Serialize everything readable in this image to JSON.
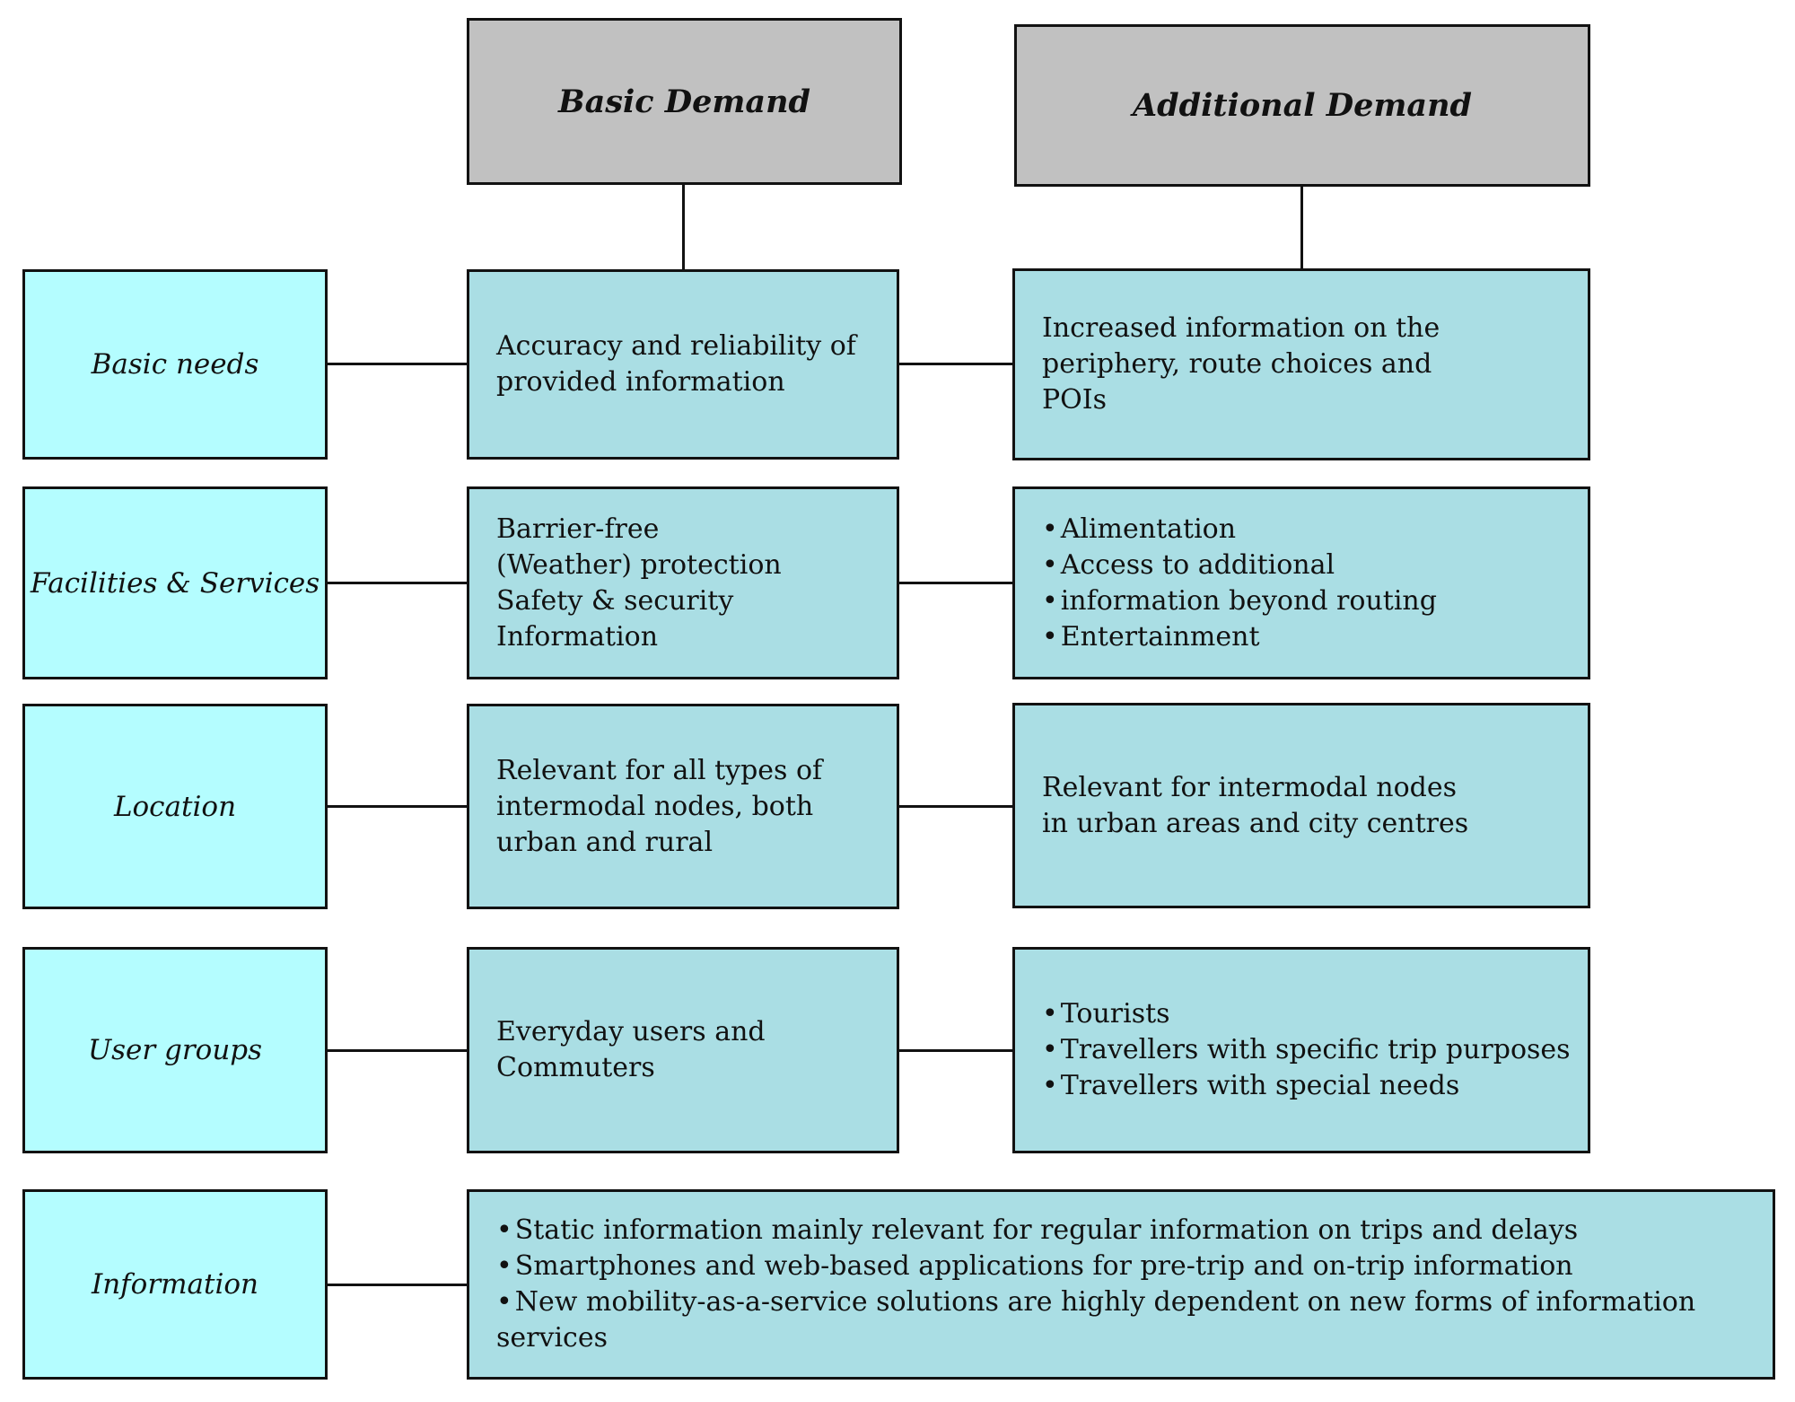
{
  "diagram": {
    "columns": {
      "basic": "Basic Demand",
      "additional": "Additional Demand"
    },
    "rows": [
      {
        "category": "Basic needs",
        "basic_lines": [
          "Accuracy and reliability of",
          "provided information"
        ],
        "additional_lines": [
          "Increased information on the",
          "periphery, route choices and",
          "POIs"
        ]
      },
      {
        "category": "Facilities & Services",
        "basic_lines": [
          "Barrier-free",
          "(Weather) protection",
          "Safety & security",
          "Information"
        ],
        "additional_bullets": [
          "Alimentation",
          "Access to additional",
          "information beyond routing",
          "Entertainment"
        ]
      },
      {
        "category": "Location",
        "basic_lines": [
          "Relevant for all types of",
          "intermodal nodes, both",
          "urban and rural"
        ],
        "additional_lines": [
          "Relevant for intermodal nodes",
          "in urban areas and city centres"
        ]
      },
      {
        "category": "User groups",
        "basic_lines": [
          "Everyday users and",
          "Commuters"
        ],
        "additional_bullets": [
          "Tourists",
          "Travellers with specific trip purposes",
          "Travellers with special needs"
        ]
      },
      {
        "category": "Information",
        "combined_bullets": [
          "Static information mainly relevant for regular information on trips and delays",
          "Smartphones and web-based applications for pre-trip and on-trip information",
          "New mobility-as-a-service solutions are highly dependent on new forms of information services"
        ]
      }
    ],
    "colors": {
      "category_fill": "#B4FDFF",
      "content_fill": "#AADEE4",
      "header_fill": "#C1C1C1",
      "border": "#121212"
    }
  }
}
